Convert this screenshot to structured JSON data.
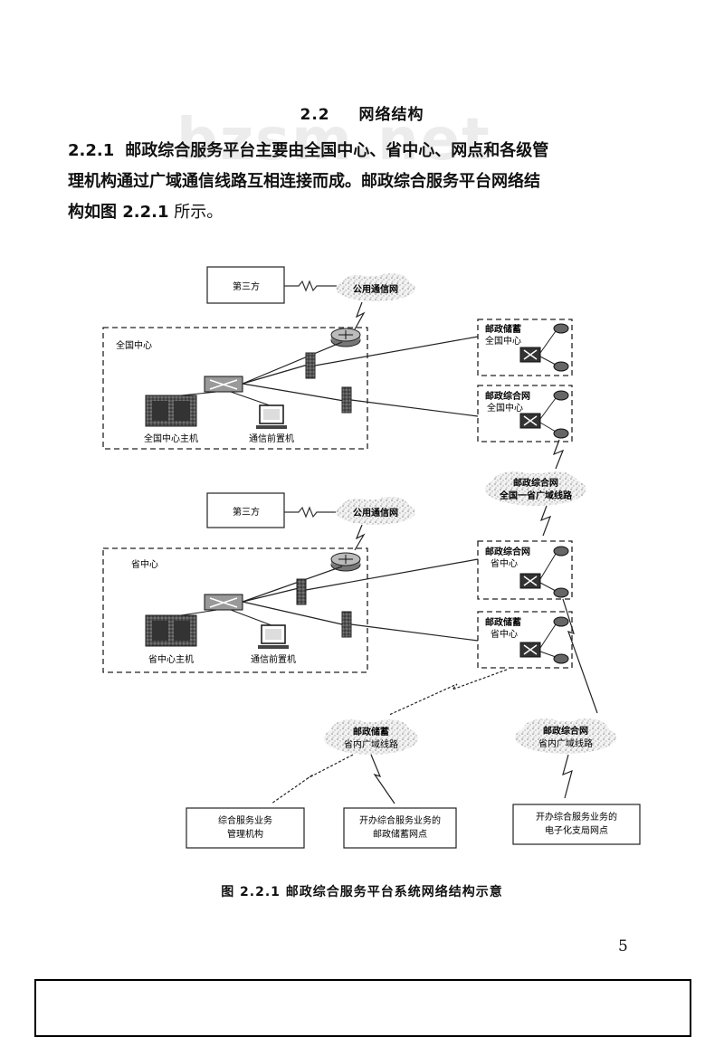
{
  "watermark": "bzsm.net",
  "section": {
    "number": "2.2",
    "title": "网络结构"
  },
  "paragraph": {
    "number": "2.2.1",
    "text_line1": "邮政综合服务平台主要由全国中心、省中心、网点和各级管",
    "text_line2": "理机构通过广域通信线路互相连接而成。邮政综合服务平台网络结",
    "text_line3_prefix": "构如图 2.2.1",
    "text_line3_suffix": " 所示。"
  },
  "diagram": {
    "national": {
      "third_party": "第三方",
      "public_network": "公用通信网",
      "center_label": "全国中心",
      "host_label": "全国中心主机",
      "frontend_label": "通信前置机",
      "savings_box": [
        "邮政储蓄",
        "全国中心"
      ],
      "service_box": [
        "邮政综合网",
        "全国中心"
      ]
    },
    "link_cloud": [
      "邮政综合网",
      "全国一省广域线路"
    ],
    "province": {
      "third_party": "第三方",
      "public_network": "公用通信网",
      "center_label": "省中心",
      "host_label": "省中心主机",
      "frontend_label": "通信前置机",
      "service_box": [
        "邮政综合网",
        "省中心"
      ],
      "savings_box": [
        "邮政储蓄",
        "省中心"
      ]
    },
    "savings_wan": [
      "邮政储蓄",
      "省内广域线路"
    ],
    "service_wan": [
      "邮政综合网",
      "省内广域线路"
    ],
    "bottom_boxes": {
      "management": [
        "综合服务业务",
        "管理机构"
      ],
      "outlets": [
        "开办综合服务业务的",
        "邮政储蓄网点"
      ],
      "electronic": [
        "开办综合服务业务的",
        "电子化支局网点"
      ]
    }
  },
  "caption": "图 2.2.1   邮政综合服务平台系统网络结构示意",
  "page_number": "5"
}
